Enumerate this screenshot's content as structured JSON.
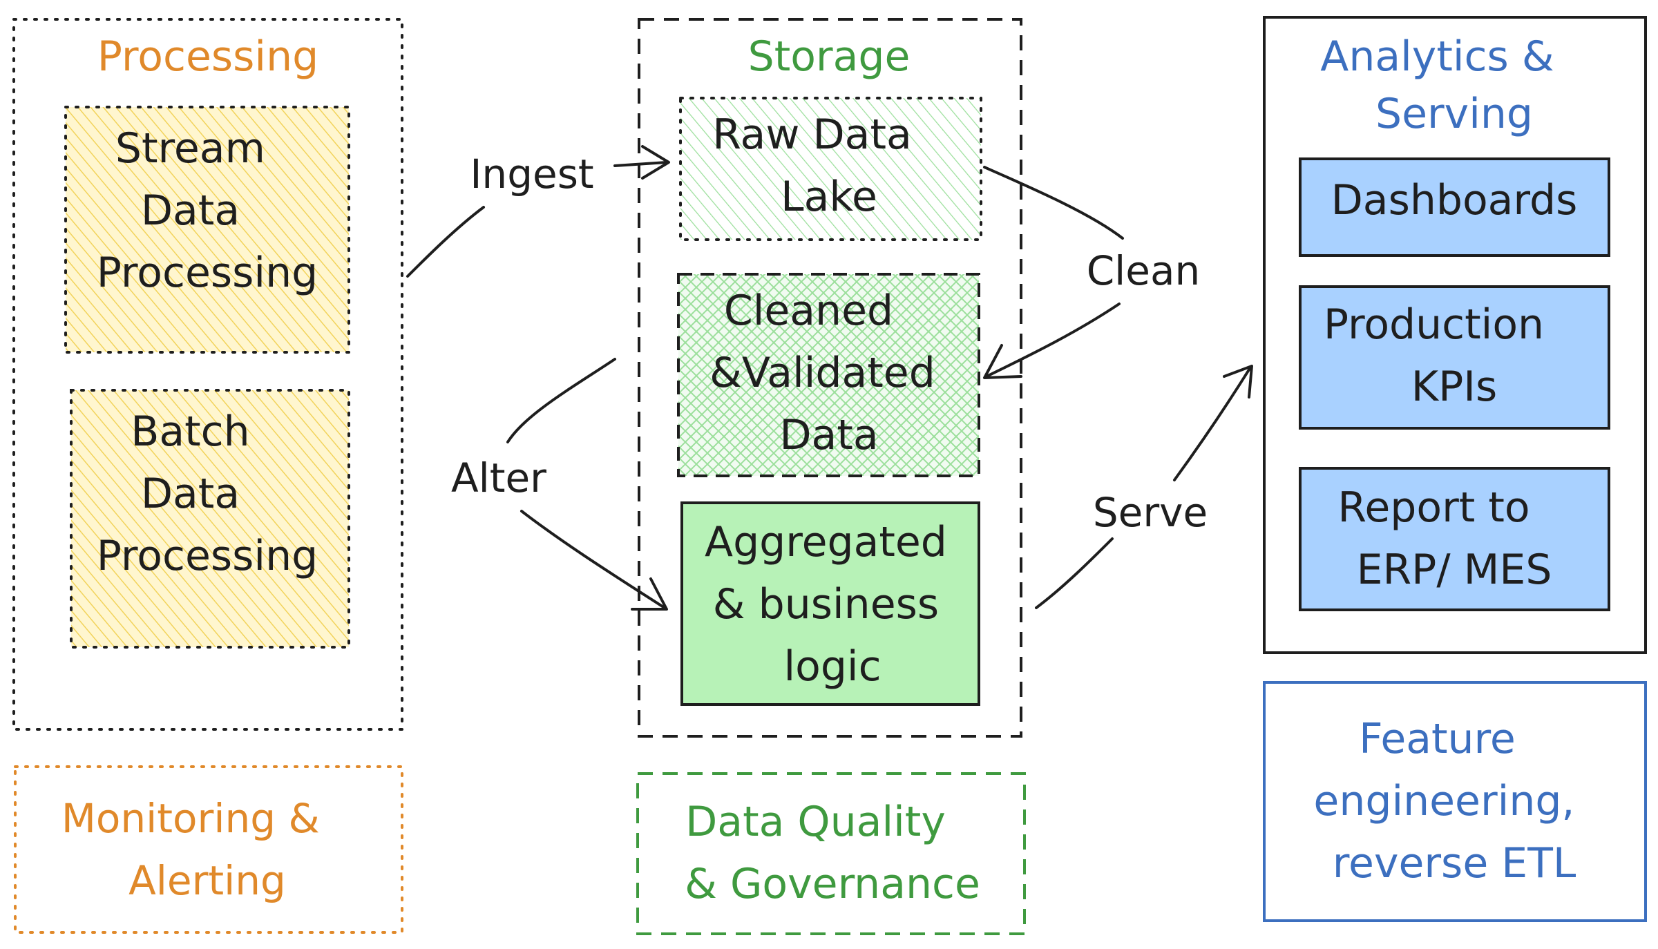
{
  "colors": {
    "orange": "#e0892a",
    "green": "#3f9a3f",
    "blue": "#3c6fbf",
    "ink": "#1e1e1e",
    "yellow_fill": "#fff3c2",
    "yellow_hatch": "#f2d35a",
    "green_hatch": "#8fd98f",
    "green_fill": "#b7f2b7",
    "blue_fill": "#a9d1ff"
  },
  "processing": {
    "title": "Processing",
    "stream": [
      "Stream",
      "Data",
      "Processing"
    ],
    "batch": [
      "Batch",
      "Data",
      "Processing"
    ]
  },
  "monitoring": [
    "Monitoring &",
    "Alerting"
  ],
  "storage": {
    "title": "Storage",
    "raw": [
      "Raw Data",
      "Lake"
    ],
    "cleaned": [
      "Cleaned",
      "&Validated",
      "Data"
    ],
    "aggregated": [
      "Aggregated",
      "& business",
      "logic"
    ]
  },
  "data_quality": [
    "Data Quality",
    "& Governance"
  ],
  "analytics": {
    "title": [
      "Analytics &",
      "Serving"
    ],
    "dashboards": "Dashboards",
    "kpis": [
      "Production",
      "KPIs"
    ],
    "report": [
      "Report to",
      "ERP/ MES"
    ]
  },
  "feature": [
    "Feature",
    "engineering,",
    "reverse ETL"
  ],
  "arrows": {
    "ingest": "Ingest",
    "clean": "Clean",
    "alter": "Alter",
    "serve": "Serve"
  }
}
